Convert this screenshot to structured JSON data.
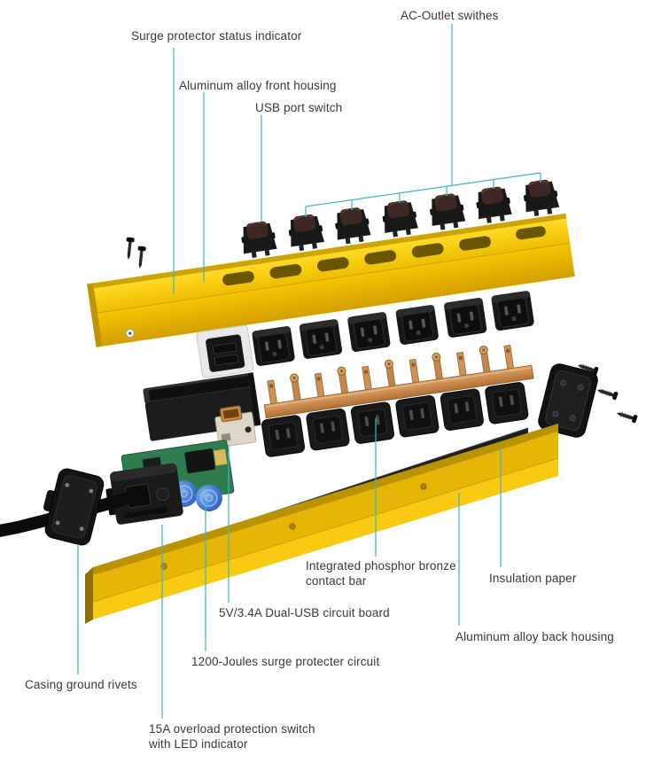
{
  "figure": {
    "type": "exploded-view-diagram",
    "subject": "Surge protector power strip",
    "rocker_switch_count": 7,
    "outlet_module_count": 7
  },
  "colors": {
    "background": "#FFFFFF",
    "leader_line": "#3FB5C9",
    "housing_yellow": "#F6C503",
    "copper": "#C78A4E",
    "label_text": "#383838"
  },
  "labels": {
    "status_indicator": "Surge protector status indicator",
    "ac_outlet_switches": "AC-Outlet swithes",
    "front_housing": "Aluminum alloy front housing",
    "usb_port_switch": "USB port switch",
    "contact_bar": "Integrated phosphor bronze contact bar",
    "insulation_paper": "Insulation paper",
    "usb_circuit_board": "5V/3.4A Dual-USB circuit board",
    "back_housing": "Aluminum alloy back housing",
    "surge_circuit": "1200-Joules surge protecter circuit",
    "ground_rivets": "Casing ground rivets",
    "overload_switch": "15A overload protection switch with LED indicator"
  }
}
